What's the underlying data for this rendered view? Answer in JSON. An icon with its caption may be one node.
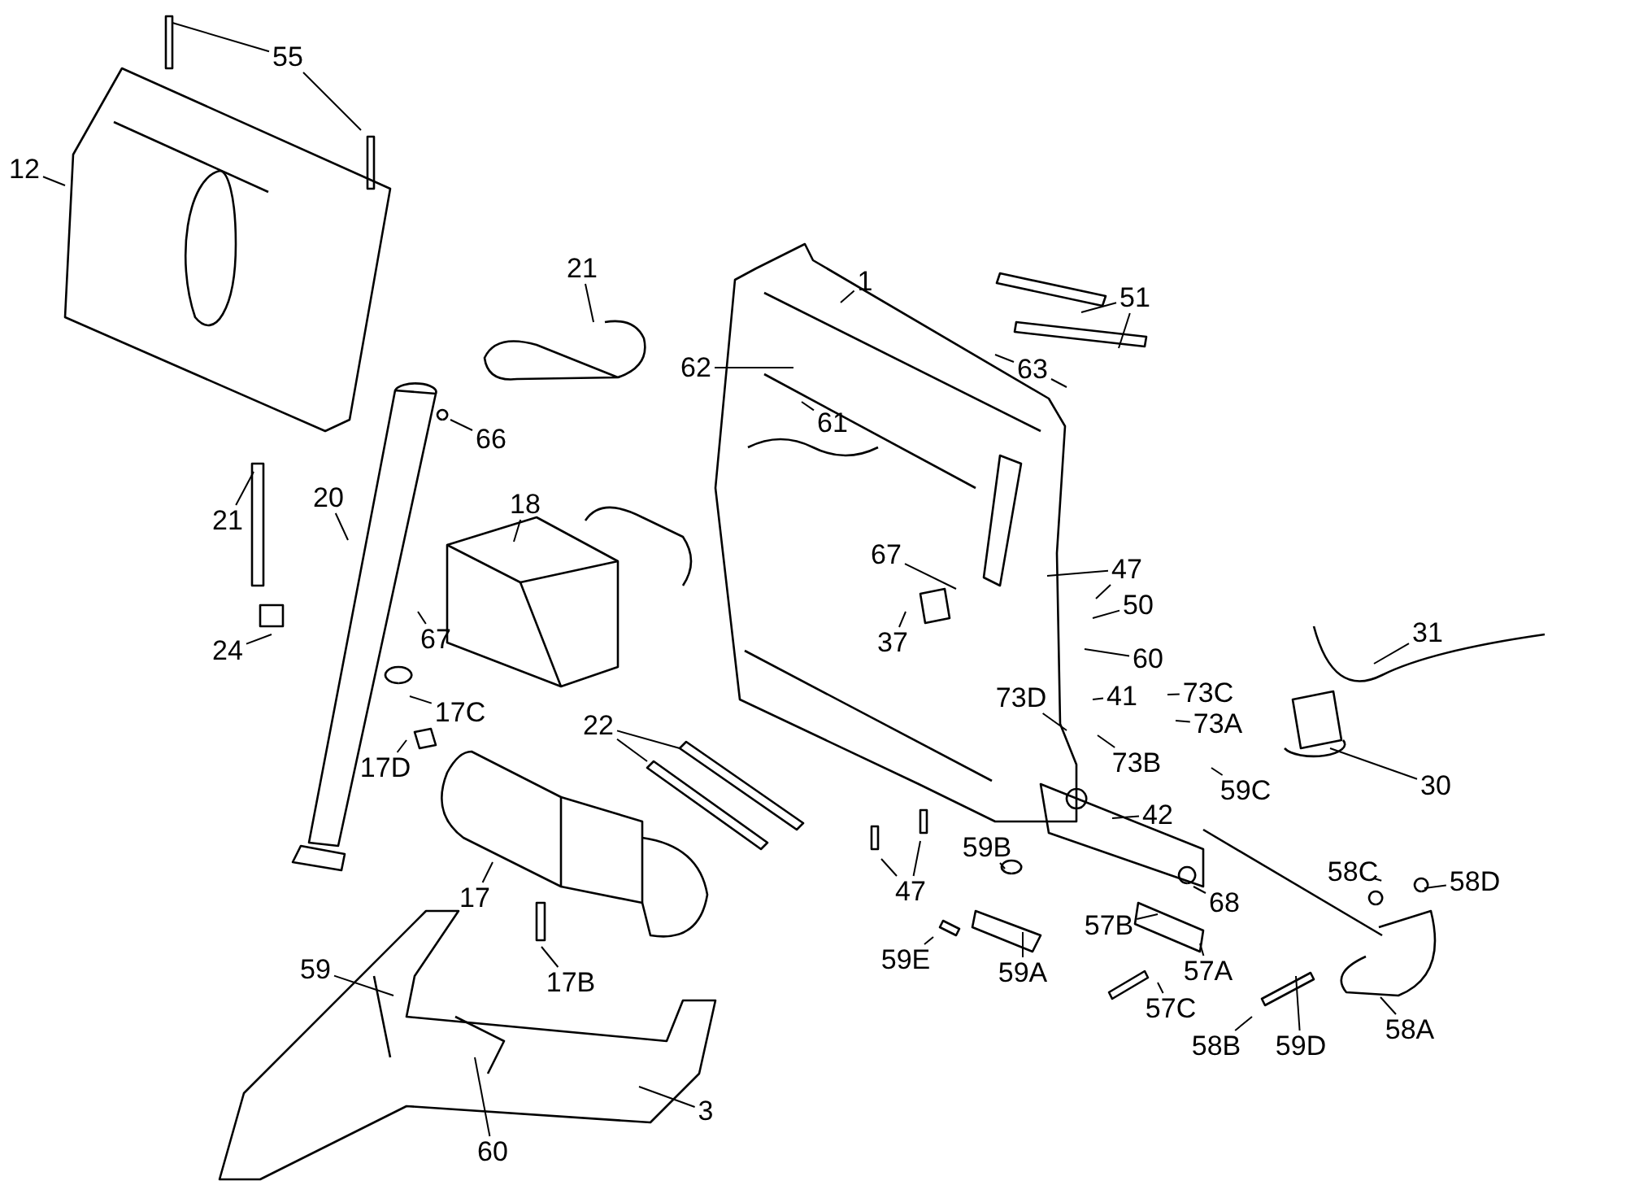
{
  "diagram": {
    "nodes": [
      {
        "text": [
          "55"
        ]
      },
      {
        "text": [
          "12"
        ]
      },
      {
        "text": [
          "21"
        ]
      },
      {
        "text": [
          "66"
        ]
      },
      {
        "text": [
          "21"
        ]
      },
      {
        "text": [
          "20"
        ]
      },
      {
        "text": [
          "18"
        ]
      },
      {
        "text": [
          "24"
        ]
      },
      {
        "text": [
          "67"
        ]
      },
      {
        "text": [
          "17C"
        ]
      },
      {
        "text": [
          "17D"
        ]
      },
      {
        "text": [
          "22"
        ]
      },
      {
        "text": [
          "17"
        ]
      },
      {
        "text": [
          "17B"
        ]
      },
      {
        "text": [
          "59"
        ]
      },
      {
        "text": [
          "60"
        ]
      },
      {
        "text": [
          "3"
        ]
      },
      {
        "text": [
          "1"
        ]
      },
      {
        "text": [
          "62"
        ]
      },
      {
        "text": [
          "61"
        ]
      },
      {
        "text": [
          "63"
        ]
      },
      {
        "text": [
          "51"
        ]
      },
      {
        "text": [
          "67"
        ]
      },
      {
        "text": [
          "37"
        ]
      },
      {
        "text": [
          "47"
        ]
      },
      {
        "text": [
          "50"
        ]
      },
      {
        "text": [
          "60"
        ]
      },
      {
        "text": [
          "41"
        ]
      },
      {
        "text": [
          "73C"
        ]
      },
      {
        "text": [
          "73D"
        ]
      },
      {
        "text": [
          "73A"
        ]
      },
      {
        "text": [
          "73B"
        ]
      },
      {
        "text": [
          "42"
        ]
      },
      {
        "text": [
          "59C"
        ]
      },
      {
        "text": [
          "31"
        ]
      },
      {
        "text": [
          "30"
        ]
      },
      {
        "text": [
          "47"
        ]
      },
      {
        "text": [
          "59B"
        ]
      },
      {
        "text": [
          "68"
        ]
      },
      {
        "text": [
          "59E"
        ]
      },
      {
        "text": [
          "59A"
        ]
      },
      {
        "text": [
          "57B"
        ]
      },
      {
        "text": [
          "57A"
        ]
      },
      {
        "text": [
          "57C"
        ]
      },
      {
        "text": [
          "58B"
        ]
      },
      {
        "text": [
          "59D"
        ]
      },
      {
        "text": [
          "58A"
        ]
      },
      {
        "text": [
          "58C"
        ]
      },
      {
        "text": [
          "58D"
        ]
      }
    ],
    "edges": [
      {
        "from": 0,
        "to": null,
        "arrow": "none"
      },
      {
        "from": 0,
        "to": null,
        "arrow": "none"
      },
      {
        "from": 1,
        "to": null,
        "arrow": "none"
      },
      {
        "from": 2,
        "to": null,
        "arrow": "none"
      },
      {
        "from": 3,
        "to": null,
        "arrow": "none"
      },
      {
        "from": 4,
        "to": null,
        "arrow": "none"
      },
      {
        "from": 5,
        "to": null,
        "arrow": "none"
      },
      {
        "from": 6,
        "to": null,
        "arrow": "none"
      },
      {
        "from": 7,
        "to": null,
        "arrow": "none"
      },
      {
        "from": 8,
        "to": null,
        "arrow": "none"
      },
      {
        "from": 9,
        "to": null,
        "arrow": "none"
      },
      {
        "from": 10,
        "to": null,
        "arrow": "none"
      },
      {
        "from": 11,
        "to": null,
        "arrow": "none"
      },
      {
        "from": 11,
        "to": null,
        "arrow": "none"
      },
      {
        "from": 12,
        "to": null,
        "arrow": "none"
      },
      {
        "from": 13,
        "to": null,
        "arrow": "none"
      },
      {
        "from": 14,
        "to": null,
        "arrow": "none"
      },
      {
        "from": 15,
        "to": null,
        "arrow": "none"
      },
      {
        "from": 16,
        "to": null,
        "arrow": "none"
      },
      {
        "from": 17,
        "to": null,
        "arrow": "none"
      },
      {
        "from": 18,
        "to": null,
        "arrow": "none"
      },
      {
        "from": 19,
        "to": null,
        "arrow": "none"
      },
      {
        "from": 20,
        "to": null,
        "arrow": "none"
      },
      {
        "from": 20,
        "to": null,
        "arrow": "none"
      },
      {
        "from": 21,
        "to": null,
        "arrow": "none"
      },
      {
        "from": 21,
        "to": null,
        "arrow": "none"
      },
      {
        "from": 22,
        "to": null,
        "arrow": "none"
      },
      {
        "from": 23,
        "to": null,
        "arrow": "none"
      },
      {
        "from": 24,
        "to": null,
        "arrow": "none"
      },
      {
        "from": 24,
        "to": null,
        "arrow": "none"
      },
      {
        "from": 25,
        "to": null,
        "arrow": "none"
      },
      {
        "from": 26,
        "to": null,
        "arrow": "none"
      },
      {
        "from": 27,
        "to": null,
        "arrow": "none"
      },
      {
        "from": 28,
        "to": null,
        "arrow": "none"
      },
      {
        "from": 29,
        "to": null,
        "arrow": "none"
      },
      {
        "from": 30,
        "to": null,
        "arrow": "none"
      },
      {
        "from": 31,
        "to": null,
        "arrow": "none"
      },
      {
        "from": 32,
        "to": null,
        "arrow": "none"
      },
      {
        "from": 33,
        "to": null,
        "arrow": "none"
      },
      {
        "from": 34,
        "to": null,
        "arrow": "none"
      },
      {
        "from": 35,
        "to": null,
        "arrow": "none"
      },
      {
        "from": 36,
        "to": null,
        "arrow": "none"
      },
      {
        "from": 36,
        "to": null,
        "arrow": "none"
      },
      {
        "from": 37,
        "to": null,
        "arrow": "none"
      },
      {
        "from": 38,
        "to": null,
        "arrow": "none"
      },
      {
        "from": 39,
        "to": null,
        "arrow": "none"
      },
      {
        "from": 40,
        "to": null,
        "arrow": "none"
      },
      {
        "from": 41,
        "to": null,
        "arrow": "none"
      },
      {
        "from": 42,
        "to": null,
        "arrow": "none"
      },
      {
        "from": 43,
        "to": null,
        "arrow": "none"
      },
      {
        "from": 44,
        "to": null,
        "arrow": "none"
      },
      {
        "from": 45,
        "to": null,
        "arrow": "none"
      },
      {
        "from": 46,
        "to": null,
        "arrow": "none"
      },
      {
        "from": 47,
        "to": null,
        "arrow": "none"
      },
      {
        "from": 48,
        "to": null,
        "arrow": "none"
      }
    ]
  }
}
